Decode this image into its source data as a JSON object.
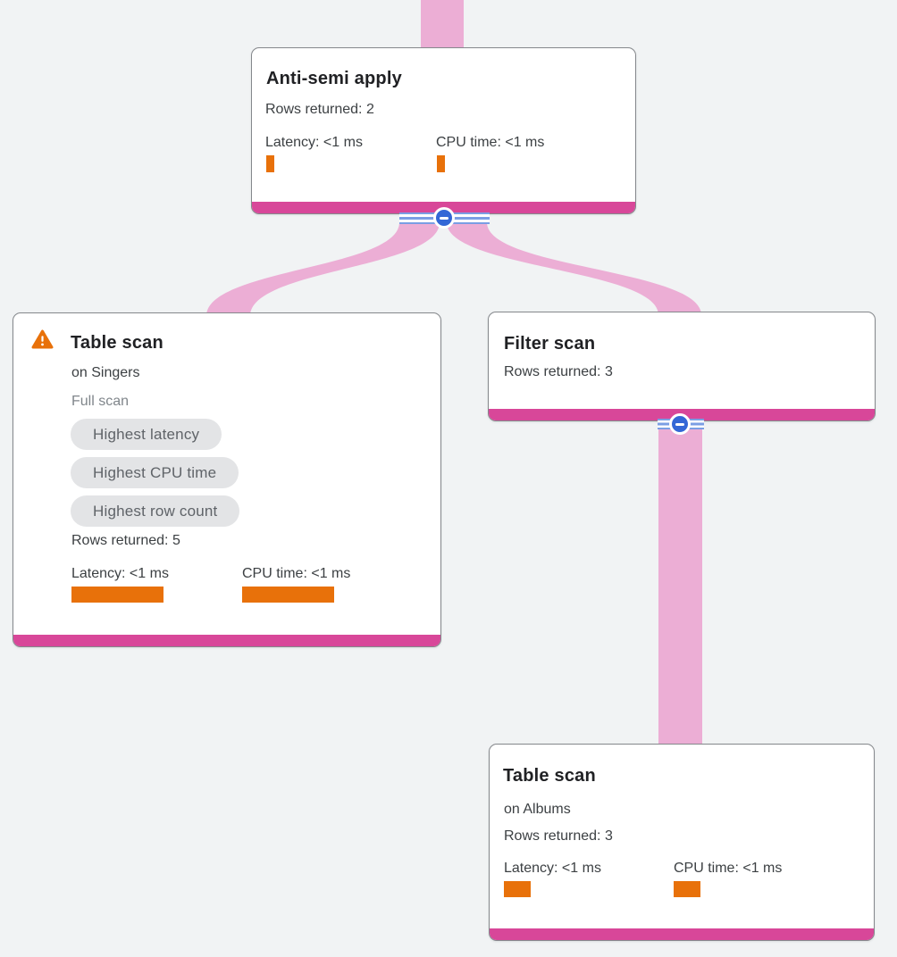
{
  "colors": {
    "background": "#F1F3F4",
    "accent_pink": "#D84799",
    "edge_pink": "#ECAED5",
    "bar_orange": "#E8710A",
    "button_blue": "#3367D6",
    "stripe_blue": "#7A9EE4",
    "card_border": "#85888C",
    "badge_bg": "#E3E4E6",
    "badge_text": "#5F6368",
    "muted_text": "#80868B",
    "title_text": "#202124",
    "body_text": "#3C4043"
  },
  "nodes": {
    "anti_semi_apply": {
      "title": "Anti-semi apply",
      "rows_returned": "Rows returned: 2",
      "latency": "Latency: <1 ms",
      "cpu_time": "CPU time: <1 ms"
    },
    "table_scan_singers": {
      "title": "Table scan",
      "target": "on Singers",
      "scan_mode": "Full scan",
      "badges": [
        "Highest latency",
        "Highest CPU time",
        "Highest row count"
      ],
      "rows_returned": "Rows returned: 5",
      "latency": "Latency: <1 ms",
      "cpu_time": "CPU time: <1 ms"
    },
    "filter_scan": {
      "title": "Filter scan",
      "rows_returned": "Rows returned: 3"
    },
    "table_scan_albums": {
      "title": "Table scan",
      "target": "on Albums",
      "rows_returned": "Rows returned: 3",
      "latency": "Latency: <1 ms",
      "cpu_time": "CPU time: <1 ms"
    }
  },
  "edges": [
    {
      "from": "input",
      "to": "Anti-semi apply"
    },
    {
      "from": "Anti-semi apply",
      "to": "Table scan (Singers)"
    },
    {
      "from": "Anti-semi apply",
      "to": "Filter scan"
    },
    {
      "from": "Filter scan",
      "to": "Table scan (Albums)"
    }
  ],
  "icons": {
    "warning": "warning-triangle",
    "collapse": "minus-circle"
  }
}
